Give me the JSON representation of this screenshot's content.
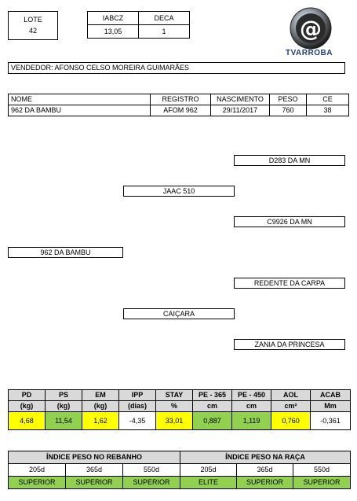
{
  "lote": {
    "label": "LOTE",
    "value": "42"
  },
  "indices": {
    "iabcz_label": "IABCZ",
    "deca_label": "DECA",
    "iabcz_value": "13,05",
    "deca_value": "1"
  },
  "logo": {
    "text_tv": "TV",
    "text_rest": "ARROBA",
    "symbol": "@"
  },
  "vendor": "VENDEDOR: AFONSO CELSO MOREIRA GUIMARÃES",
  "animal": {
    "headers": [
      "NOME",
      "REGISTRO",
      "NASCIMENTO",
      "PESO",
      "CE"
    ],
    "values": [
      "962 DA BAMBU",
      "AFOM 962",
      "29/11/2017",
      "760",
      "38"
    ]
  },
  "pedigree": {
    "animal": "962 DA BAMBU",
    "sire": "JAAC 510",
    "dam": "CAIÇARA",
    "sire_sire": "D283 DA MN",
    "sire_dam": "C9926 DA MN",
    "dam_sire": "REDENTE DA CARPA",
    "dam_dam": "ZANIA DA PRINCESA"
  },
  "stats": {
    "headers": [
      [
        "PD",
        "(kg)"
      ],
      [
        "PS",
        "(kg)"
      ],
      [
        "EM",
        "(kg)"
      ],
      [
        "IPP",
        "(dias)"
      ],
      [
        "STAY",
        "%"
      ],
      [
        "PE - 365",
        "cm"
      ],
      [
        "PE - 450",
        "cm"
      ],
      [
        "AOL",
        "cm²"
      ],
      [
        "ACAB",
        "Mm"
      ]
    ],
    "values": [
      "4,68",
      "11,54",
      "1,62",
      "-4,35",
      "33,01",
      "0,887",
      "1,119",
      "0,760",
      "-0,361"
    ],
    "colors": [
      "#ffff00",
      "#92d050",
      "#ffff00",
      "#ffffff",
      "#ffff00",
      "#92d050",
      "#92d050",
      "#ffff00",
      "#ffffff"
    ]
  },
  "index": {
    "group1": "ÍNDICE PESO NO REBANHO",
    "group2": "ÍNDICE PESO NA RAÇA",
    "periods": [
      "205d",
      "365d",
      "550d",
      "205d",
      "365d",
      "550d"
    ],
    "values": [
      "SUPERIOR",
      "SUPERIOR",
      "SUPERIOR",
      "ELITE",
      "SUPERIOR",
      "SUPERIOR"
    ]
  }
}
